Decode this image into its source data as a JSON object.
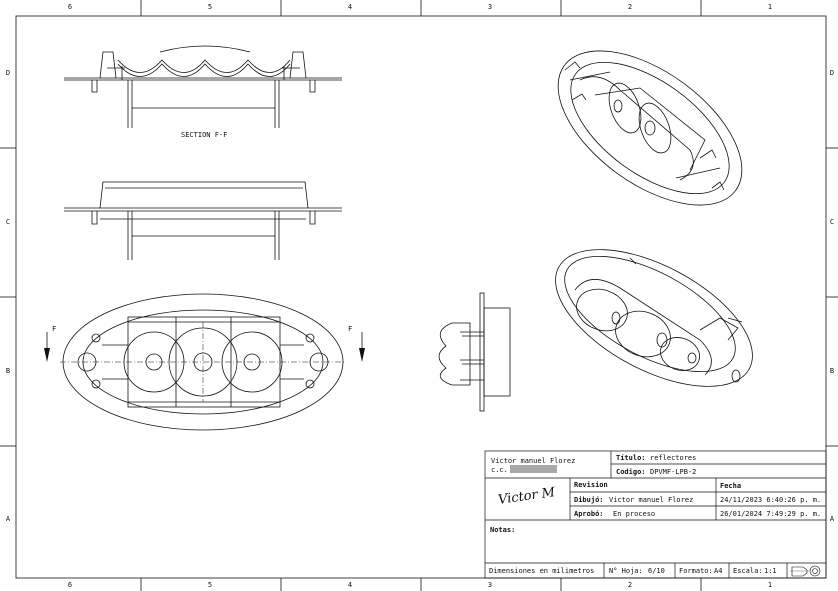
{
  "zones": {
    "columns": [
      "6",
      "5",
      "4",
      "3",
      "2",
      "1"
    ],
    "rows": [
      "D",
      "C",
      "B",
      "A"
    ]
  },
  "views": {
    "section_label": "SECTION F-F",
    "cut_mark": "F"
  },
  "title_block": {
    "author_name": "Victor manuel Florez",
    "author_id_label": "c.c.",
    "title_label": "Título:",
    "title_value": "reflectores",
    "code_label": "Codigo:",
    "code_value": "DPVMF-LPB-2",
    "revision_label": "Revision",
    "date_label": "Fecha",
    "drawn_label": "Dibujó:",
    "drawn_value": "Victor manuel Florez",
    "drawn_date": "24/11/2023 6:40:26 p. m.",
    "approved_label": "Aprobó:",
    "approved_value": "En proceso",
    "approved_date": "26/01/2024 7:49:29 p. m.",
    "notes_label": "Notas:",
    "units_text": "Dimensiones en milimetros",
    "sheet_label": "N° Hoja:",
    "sheet_value": "6/10",
    "format_label": "Formato:",
    "format_value": "A4",
    "scale_label": "Escala:",
    "scale_value": "1:1",
    "signature_text": "Victor M"
  }
}
